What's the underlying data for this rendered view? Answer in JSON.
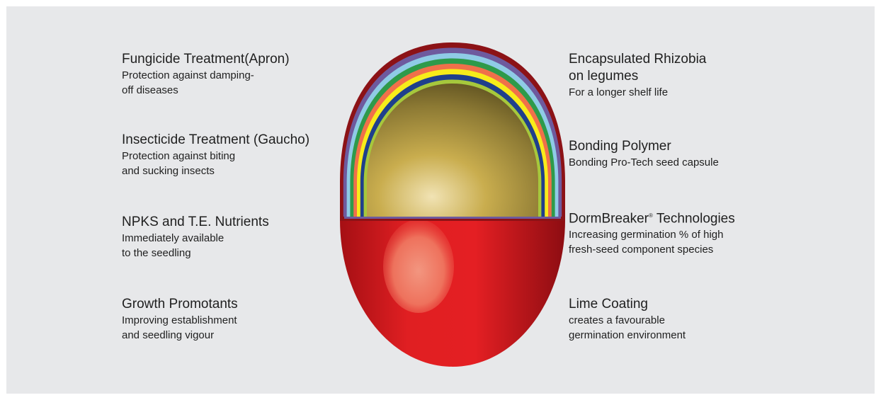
{
  "left_items": [
    {
      "title": "Fungicide Treatment(Apron)",
      "desc_lines": [
        "Protection against damping-",
        "off diseases"
      ]
    },
    {
      "title": "Insecticide Treatment (Gaucho)",
      "desc_lines": [
        "Protection against biting",
        "and sucking insects"
      ]
    },
    {
      "title": "NPKS and T.E. Nutrients",
      "desc_lines": [
        "Immediately available",
        "to the seedling"
      ]
    },
    {
      "title": "Growth Promotants",
      "desc_lines": [
        "Improving establishment",
        "and seedling vigour"
      ]
    }
  ],
  "right_items": [
    {
      "title_lines": [
        "Encapsulated Rhizobia",
        "on legumes"
      ],
      "desc_lines": [
        "For a longer shelf life"
      ]
    },
    {
      "title_lines": [
        "Bonding Polymer"
      ],
      "desc_lines": [
        "Bonding Pro-Tech seed capsule"
      ]
    },
    {
      "title_main": "DormBreaker",
      "title_mark": "®",
      "title_rest": " Technologies",
      "desc_lines": [
        "Increasing germination % of high",
        "fresh-seed component species"
      ]
    },
    {
      "title_lines": [
        "Lime Coating"
      ],
      "desc_lines": [
        "creates a favourable",
        "germination environment"
      ]
    }
  ],
  "seed_layer_colors": [
    "#8c1216",
    "#6e5a9e",
    "#8fcbe6",
    "#2e9a4a",
    "#f0704a",
    "#f7ec1a",
    "#1f3f8c",
    "#a6c83c"
  ],
  "seed_core_color": "#b89a3c",
  "seed_base_color": "#e01f22"
}
